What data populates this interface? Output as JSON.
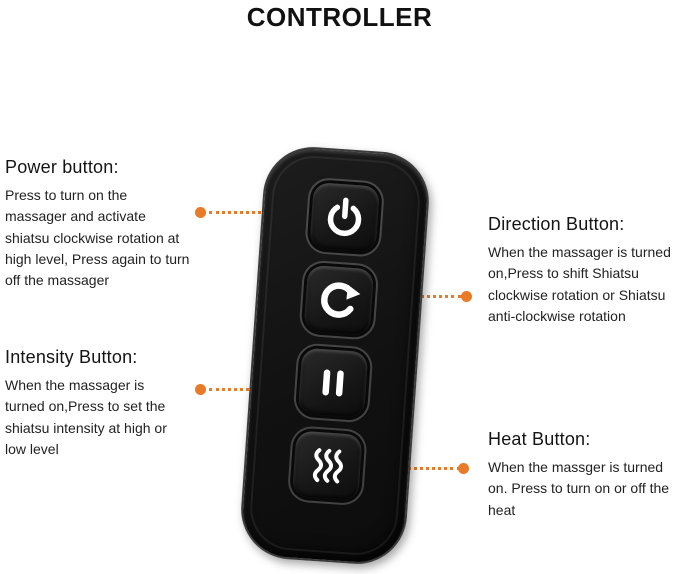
{
  "title": "CONTROLLER",
  "colors": {
    "accent": "#e87a28",
    "controller_body": "#141414",
    "button_face": "#1d1d1d",
    "icon": "#ffffff",
    "text": "#222222"
  },
  "annotations": {
    "power": {
      "heading": "Power button:",
      "body": "Press to turn on the massager and activate shiatsu clockwise rotation at high level, Press again to turn off the massager"
    },
    "intensity": {
      "heading": "Intensity Button:",
      "body": "When the massager is turned on,Press to set the shiatsu intensity at high or low level"
    },
    "direction": {
      "heading": "Direction Button:",
      "body": "When the massager is turned on,Press to shift Shiatsu clockwise rotation or Shiatsu anti-clockwise rotation"
    },
    "heat": {
      "heading": "Heat Button:",
      "body": "When the massger is turned on. Press to turn on or off the heat"
    }
  },
  "controller": {
    "buttons": [
      {
        "id": "power",
        "icon": "power-icon"
      },
      {
        "id": "direction",
        "icon": "rotate-icon"
      },
      {
        "id": "intensity",
        "icon": "intensity-bars-icon"
      },
      {
        "id": "heat",
        "icon": "heat-waves-icon"
      }
    ]
  }
}
